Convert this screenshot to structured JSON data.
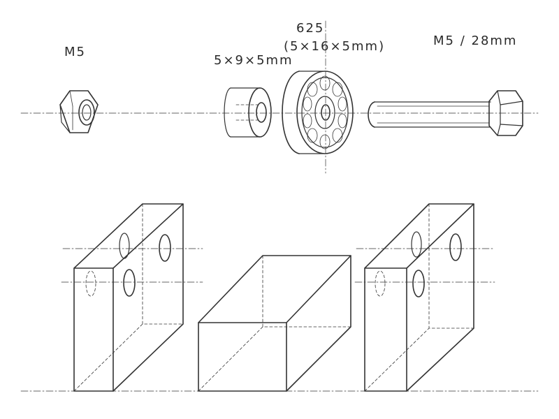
{
  "labels": {
    "nut": "M5",
    "spacer": "5×9×5mm",
    "bearing_code": "625",
    "bearing_size": "(5×16×5mm)",
    "bolt": "M5 / 28mm"
  },
  "colors": {
    "ink": "#333333",
    "paper": "#ffffff"
  }
}
